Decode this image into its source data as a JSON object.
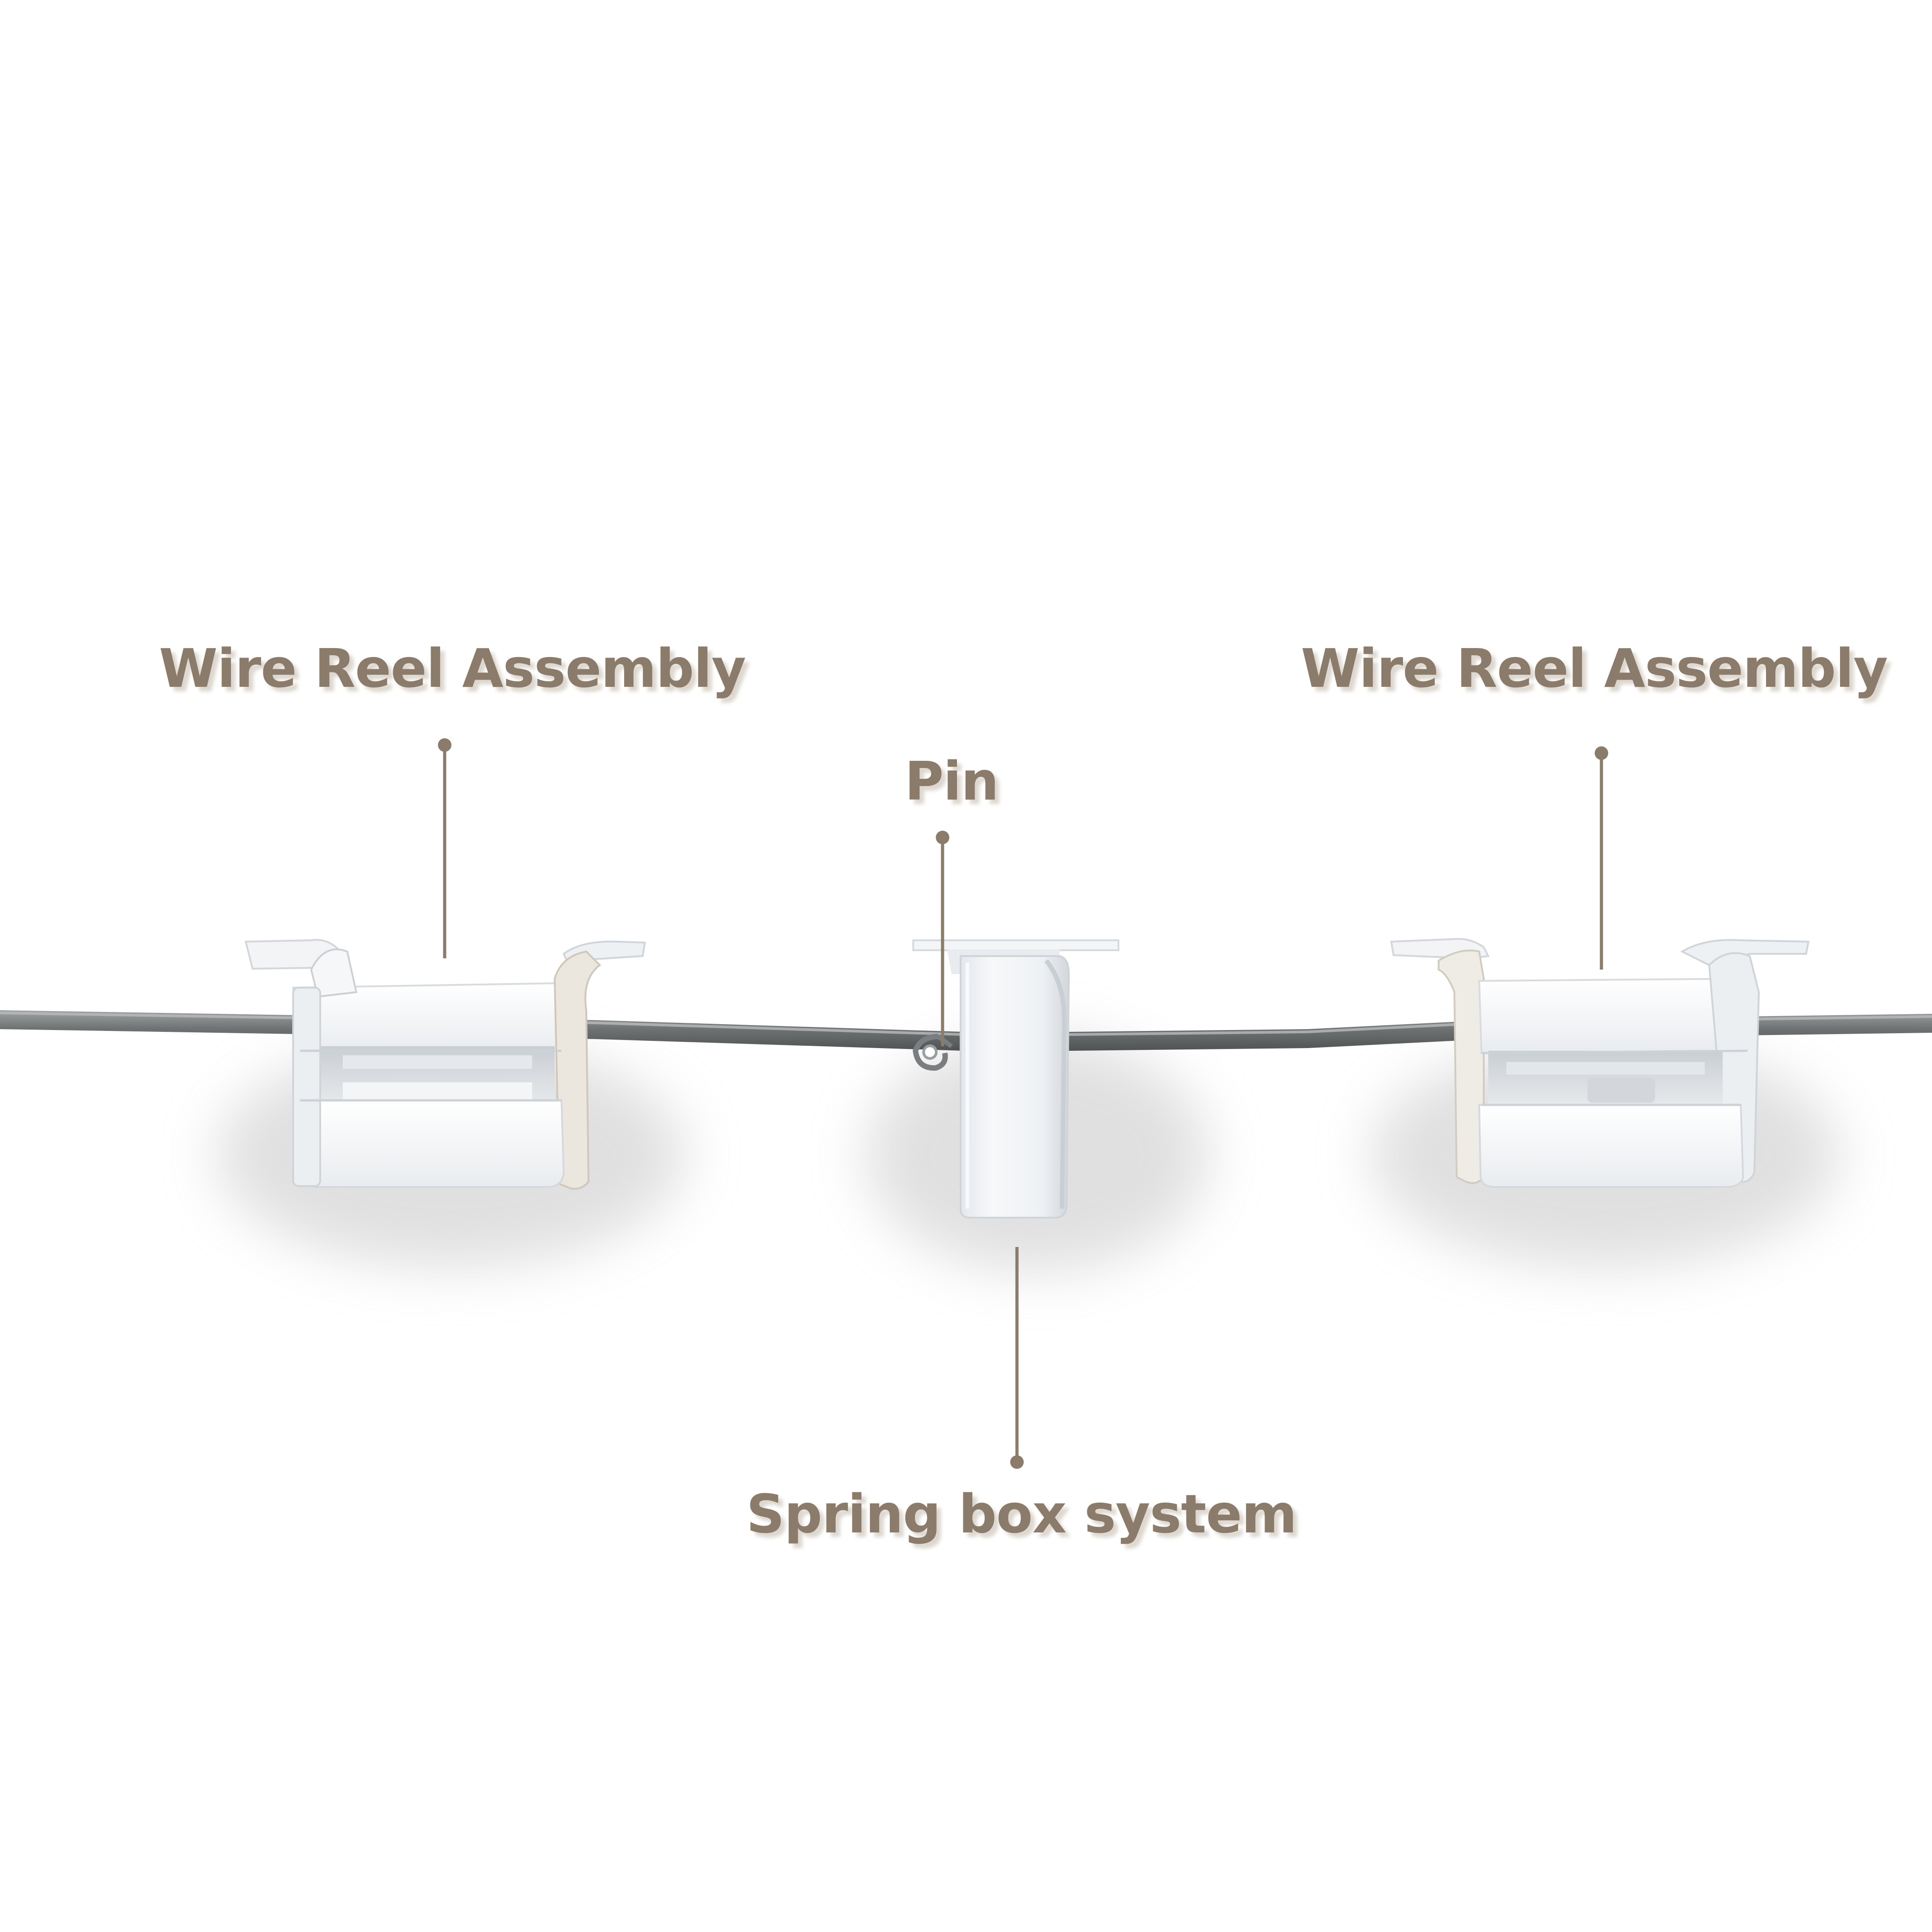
{
  "colors": {
    "background": "#ffffff",
    "label_text": "#8b7b6b",
    "label_shadow": "#e2ddd6",
    "leader_line": "#8b7b6b",
    "rod": "#6f7273",
    "rod_highlight": "#a9abab",
    "plastic_white": "#ffffff",
    "plastic_light": "#f2f4f6",
    "plastic_mid": "#dde1e5",
    "plastic_shade": "#c7ccd1",
    "plastic_dark": "#aab0b6",
    "shadow": "#d9d9d9"
  },
  "labels": {
    "left_reel": "Wire Reel Assembly",
    "pin": "Pin",
    "right_reel": "Wire Reel Assembly",
    "spring_box": "Spring box system"
  },
  "components": [
    {
      "id": "left-reel",
      "name": "wire-reel-assembly"
    },
    {
      "id": "spring-box",
      "name": "spring-box"
    },
    {
      "id": "pin",
      "name": "pin"
    },
    {
      "id": "right-reel",
      "name": "wire-reel-assembly"
    },
    {
      "id": "rod",
      "name": "rod"
    }
  ]
}
